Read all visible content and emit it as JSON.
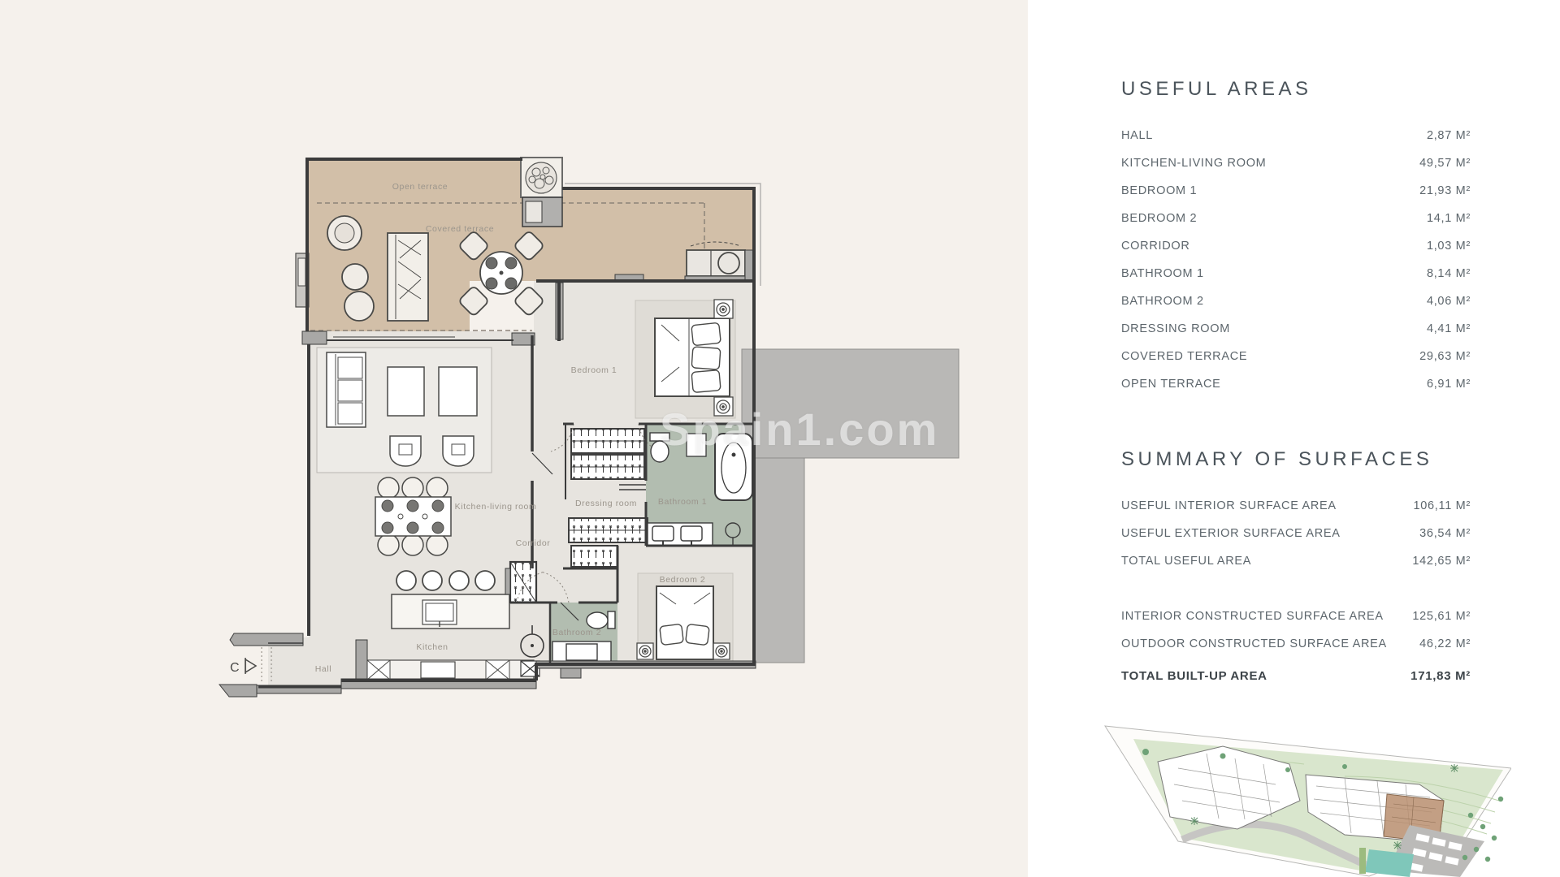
{
  "panel": {
    "useful_areas": {
      "title": "USEFUL AREAS",
      "rows": [
        {
          "label": "HALL",
          "value": "2,87 M²"
        },
        {
          "label": "KITCHEN-LIVING ROOM",
          "value": "49,57 M²"
        },
        {
          "label": "BEDROOM 1",
          "value": "21,93 M²"
        },
        {
          "label": "BEDROOM 2",
          "value": "14,1 M²"
        },
        {
          "label": "CORRIDOR",
          "value": "1,03 M²"
        },
        {
          "label": "BATHROOM 1",
          "value": "8,14 M²"
        },
        {
          "label": "BATHROOM 2",
          "value": "4,06 M²"
        },
        {
          "label": "DRESSING ROOM",
          "value": "4,41 M²"
        },
        {
          "label": "COVERED TERRACE",
          "value": "29,63 M²"
        },
        {
          "label": "OPEN TERRACE",
          "value": "6,91 M²"
        }
      ]
    },
    "summary": {
      "title": "SUMMARY OF SURFACES",
      "rows": [
        {
          "label": "USEFUL INTERIOR SURFACE AREA",
          "value": "106,11 M²"
        },
        {
          "label": "USEFUL EXTERIOR SURFACE AREA",
          "value": "36,54 M²"
        },
        {
          "label": "TOTAL USEFUL AREA",
          "value": "142,65 M²"
        }
      ],
      "rows2": [
        {
          "label": "INTERIOR CONSTRUCTED SURFACE AREA",
          "value": "125,61 M²"
        },
        {
          "label": "OUTDOOR CONSTRUCTED SURFACE AREA",
          "value": "46,22 M²"
        }
      ],
      "total": {
        "label": "TOTAL BUILT-UP AREA",
        "value": "171,83 M²"
      }
    }
  },
  "floor_plan": {
    "labels": {
      "open_terrace": "Open terrace",
      "covered_terrace": "Covered terrace",
      "kitchen_living": "Kitchen-living room",
      "corridor": "Corridor",
      "kitchen": "Kitchen",
      "hall": "Hall",
      "bedroom1": "Bedroom 1",
      "dressing": "Dressing room",
      "bathroom1": "Bathroom 1",
      "bedroom2": "Bedroom 2",
      "bathroom2": "Bathroom 2"
    },
    "section_marker": "C"
  },
  "watermark": "Spain1.com",
  "colors": {
    "page_bg": "#f5f1ec",
    "panel_bg": "#ffffff",
    "terrace": "#d2bfa8",
    "interior": "#e7e4df",
    "bathroom": "#b2bdb0",
    "wall": "#3b3b3b",
    "neighbor_mass": "#b9b8b6",
    "highlight_unit": "#b98e6e",
    "pool": "#7fc7ba"
  }
}
